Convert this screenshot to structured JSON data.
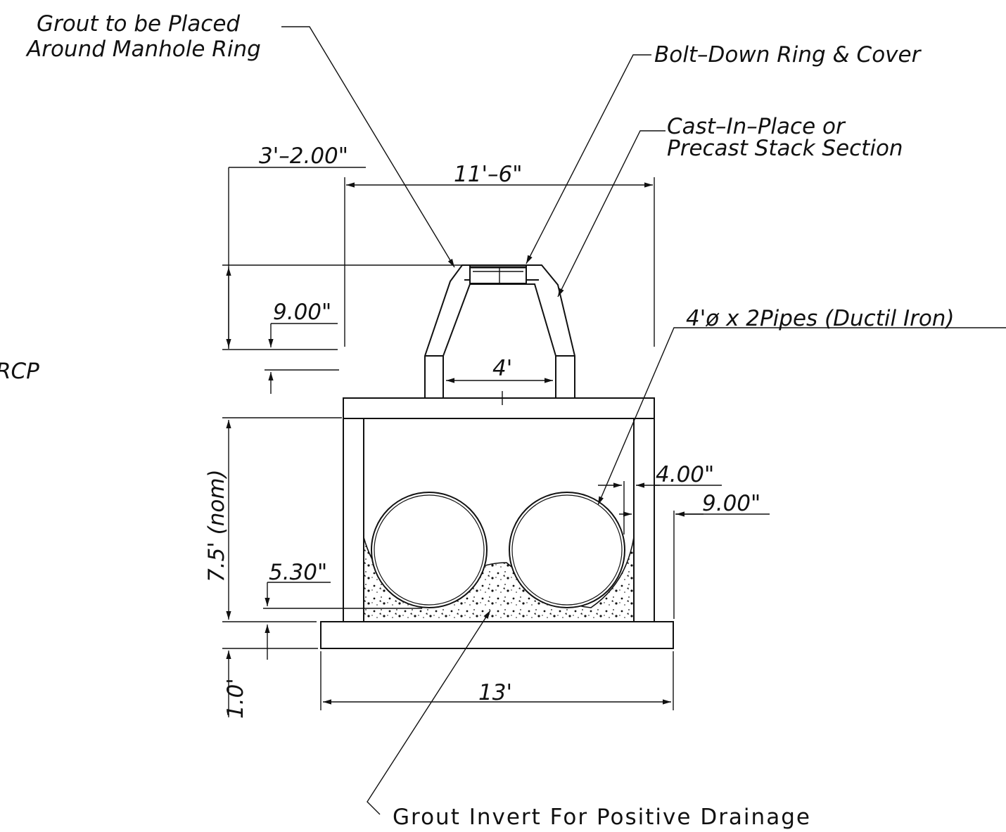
{
  "labels": {
    "grout_ring_line1": "Grout to be Placed",
    "grout_ring_line2": "Around Manhole Ring",
    "bolt_down": "Bolt–Down Ring & Cover",
    "stack_line1": "Cast–In–Place or",
    "stack_line2": "Precast Stack Section",
    "pipes": "4'ø x 2Pipes (Ductil Iron)",
    "rcp": "RCP",
    "grout_invert": "Grout Invert For Positive Drainage"
  },
  "dimensions": {
    "stack_height": "3'–2.00\"",
    "top_width": "11'–6\"",
    "slab_thickness": "9.00\"",
    "opening_width": "4'",
    "box_height": "7.5' (nom)",
    "wall_gap": "4.00\"",
    "wall_thickness": "9.00\"",
    "invert_depth": "5.30\"",
    "base_thickness": "1.0'",
    "base_width": "13'"
  }
}
